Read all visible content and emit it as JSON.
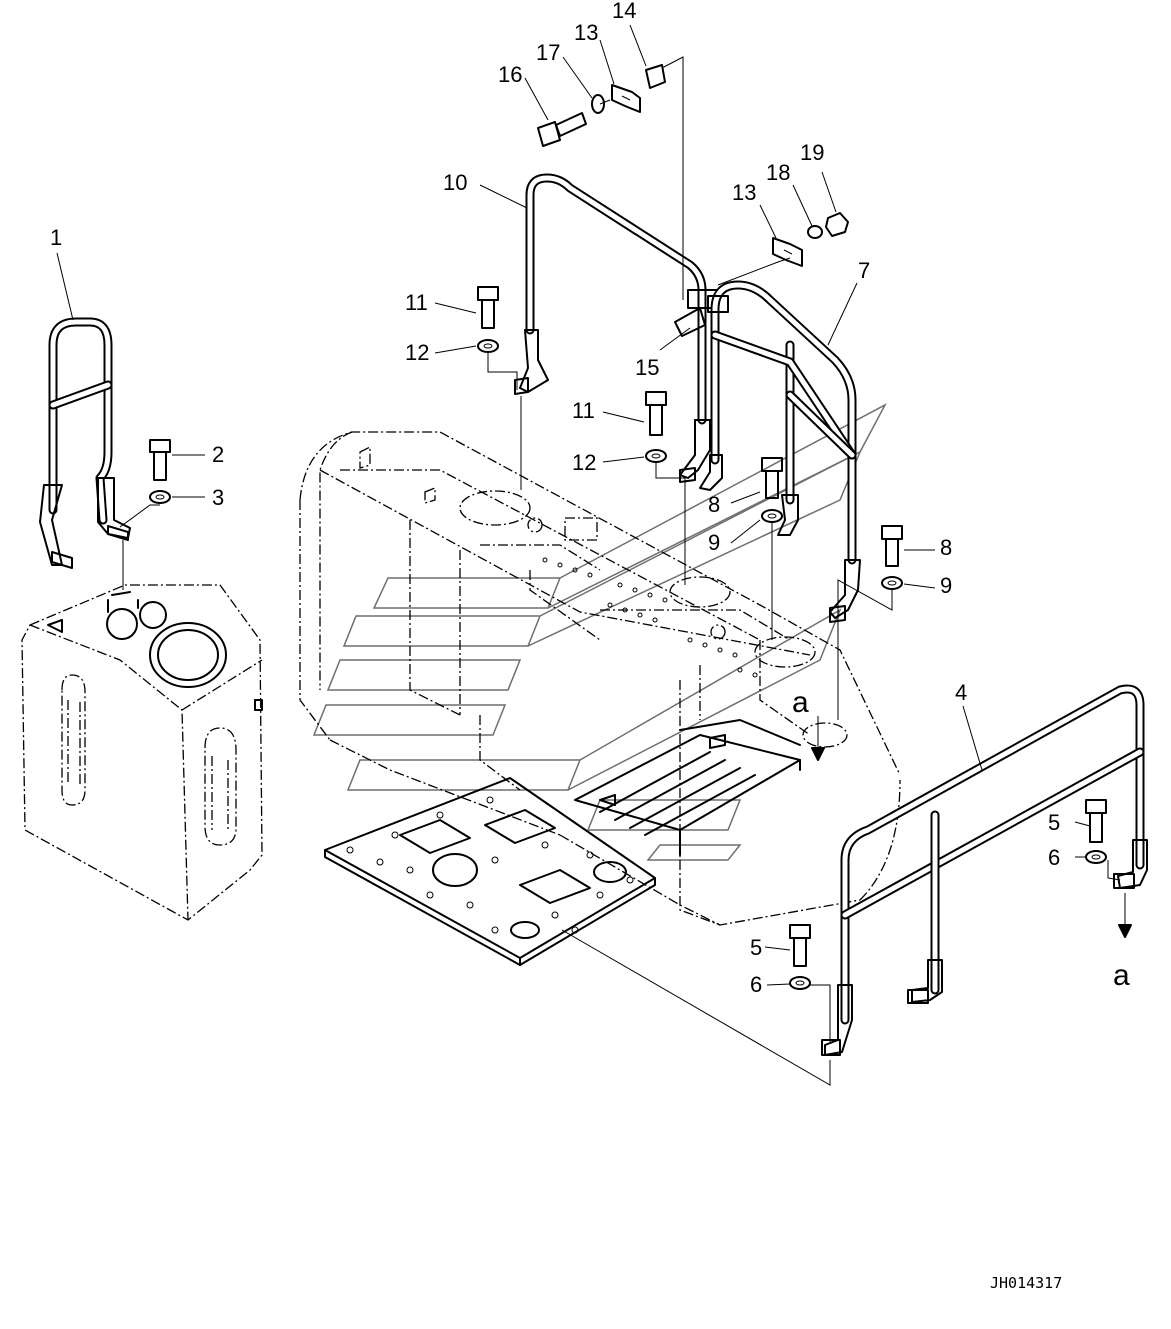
{
  "diagram": {
    "drawing_code": "JH014317",
    "view_marker": "a",
    "callouts": [
      {
        "id": "c1",
        "text": "1"
      },
      {
        "id": "c2",
        "text": "2"
      },
      {
        "id": "c3",
        "text": "3"
      },
      {
        "id": "c4",
        "text": "4"
      },
      {
        "id": "c5a",
        "text": "5"
      },
      {
        "id": "c5b",
        "text": "5"
      },
      {
        "id": "c6a",
        "text": "6"
      },
      {
        "id": "c6b",
        "text": "6"
      },
      {
        "id": "c7",
        "text": "7"
      },
      {
        "id": "c8a",
        "text": "8"
      },
      {
        "id": "c8b",
        "text": "8"
      },
      {
        "id": "c9a",
        "text": "9"
      },
      {
        "id": "c9b",
        "text": "9"
      },
      {
        "id": "c10",
        "text": "10"
      },
      {
        "id": "c11a",
        "text": "11"
      },
      {
        "id": "c11b",
        "text": "11"
      },
      {
        "id": "c12a",
        "text": "12"
      },
      {
        "id": "c12b",
        "text": "12"
      },
      {
        "id": "c13a",
        "text": "13"
      },
      {
        "id": "c13b",
        "text": "13"
      },
      {
        "id": "c14",
        "text": "14"
      },
      {
        "id": "c15",
        "text": "15"
      },
      {
        "id": "c16",
        "text": "16"
      },
      {
        "id": "c17",
        "text": "17"
      },
      {
        "id": "c18",
        "text": "18"
      },
      {
        "id": "c19",
        "text": "19"
      }
    ]
  }
}
